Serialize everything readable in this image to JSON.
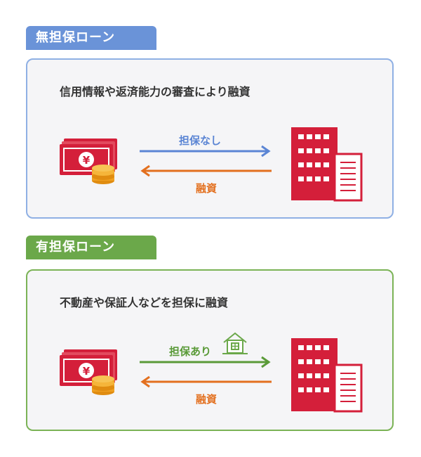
{
  "sections": [
    {
      "tag": "無担保ローン",
      "description": "信用情報や返済能力の審査により融資",
      "top_arrow_label": "担保なし",
      "bottom_arrow_label": "融資"
    },
    {
      "tag": "有担保ローン",
      "description": "不動産や保証人などを担保に融資",
      "top_arrow_label": "担保あり",
      "bottom_arrow_label": "融資"
    }
  ],
  "colors": {
    "blue_accent": "#6a93d8",
    "green_accent": "#6ba84a",
    "loan_arrow": "#e3701f",
    "building": "#d41f3a",
    "money": "#d41f3a",
    "coins": "#f0a020"
  },
  "icons": [
    "money-stack-icon",
    "building-icon",
    "house-icon"
  ]
}
